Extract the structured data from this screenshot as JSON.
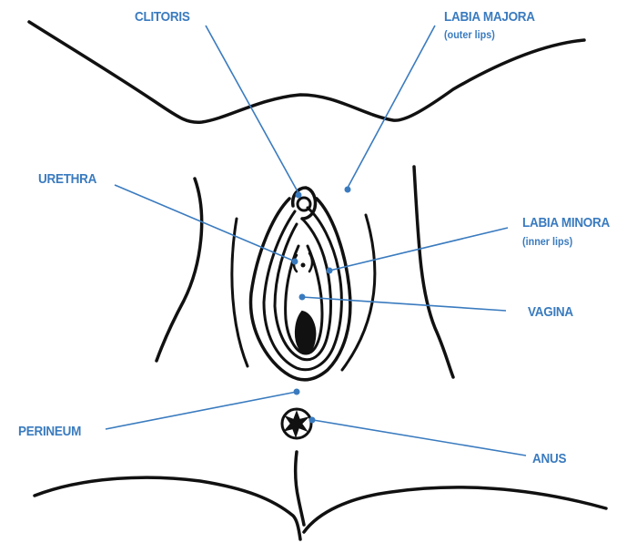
{
  "colors": {
    "label": "#3a7bbf",
    "ink": "#111111",
    "background": "#ffffff"
  },
  "labels": {
    "clitoris": {
      "name": "CLITORIS"
    },
    "labia_majora": {
      "name": "LABIA MAJORA",
      "note": "(outer lips)"
    },
    "urethra": {
      "name": "URETHRA"
    },
    "labia_minora": {
      "name": "LABIA MINORA",
      "note": "(inner lips)"
    },
    "vagina": {
      "name": "VAGINA"
    },
    "perineum": {
      "name": "PERINEUM"
    },
    "anus": {
      "name": "ANUS"
    }
  }
}
